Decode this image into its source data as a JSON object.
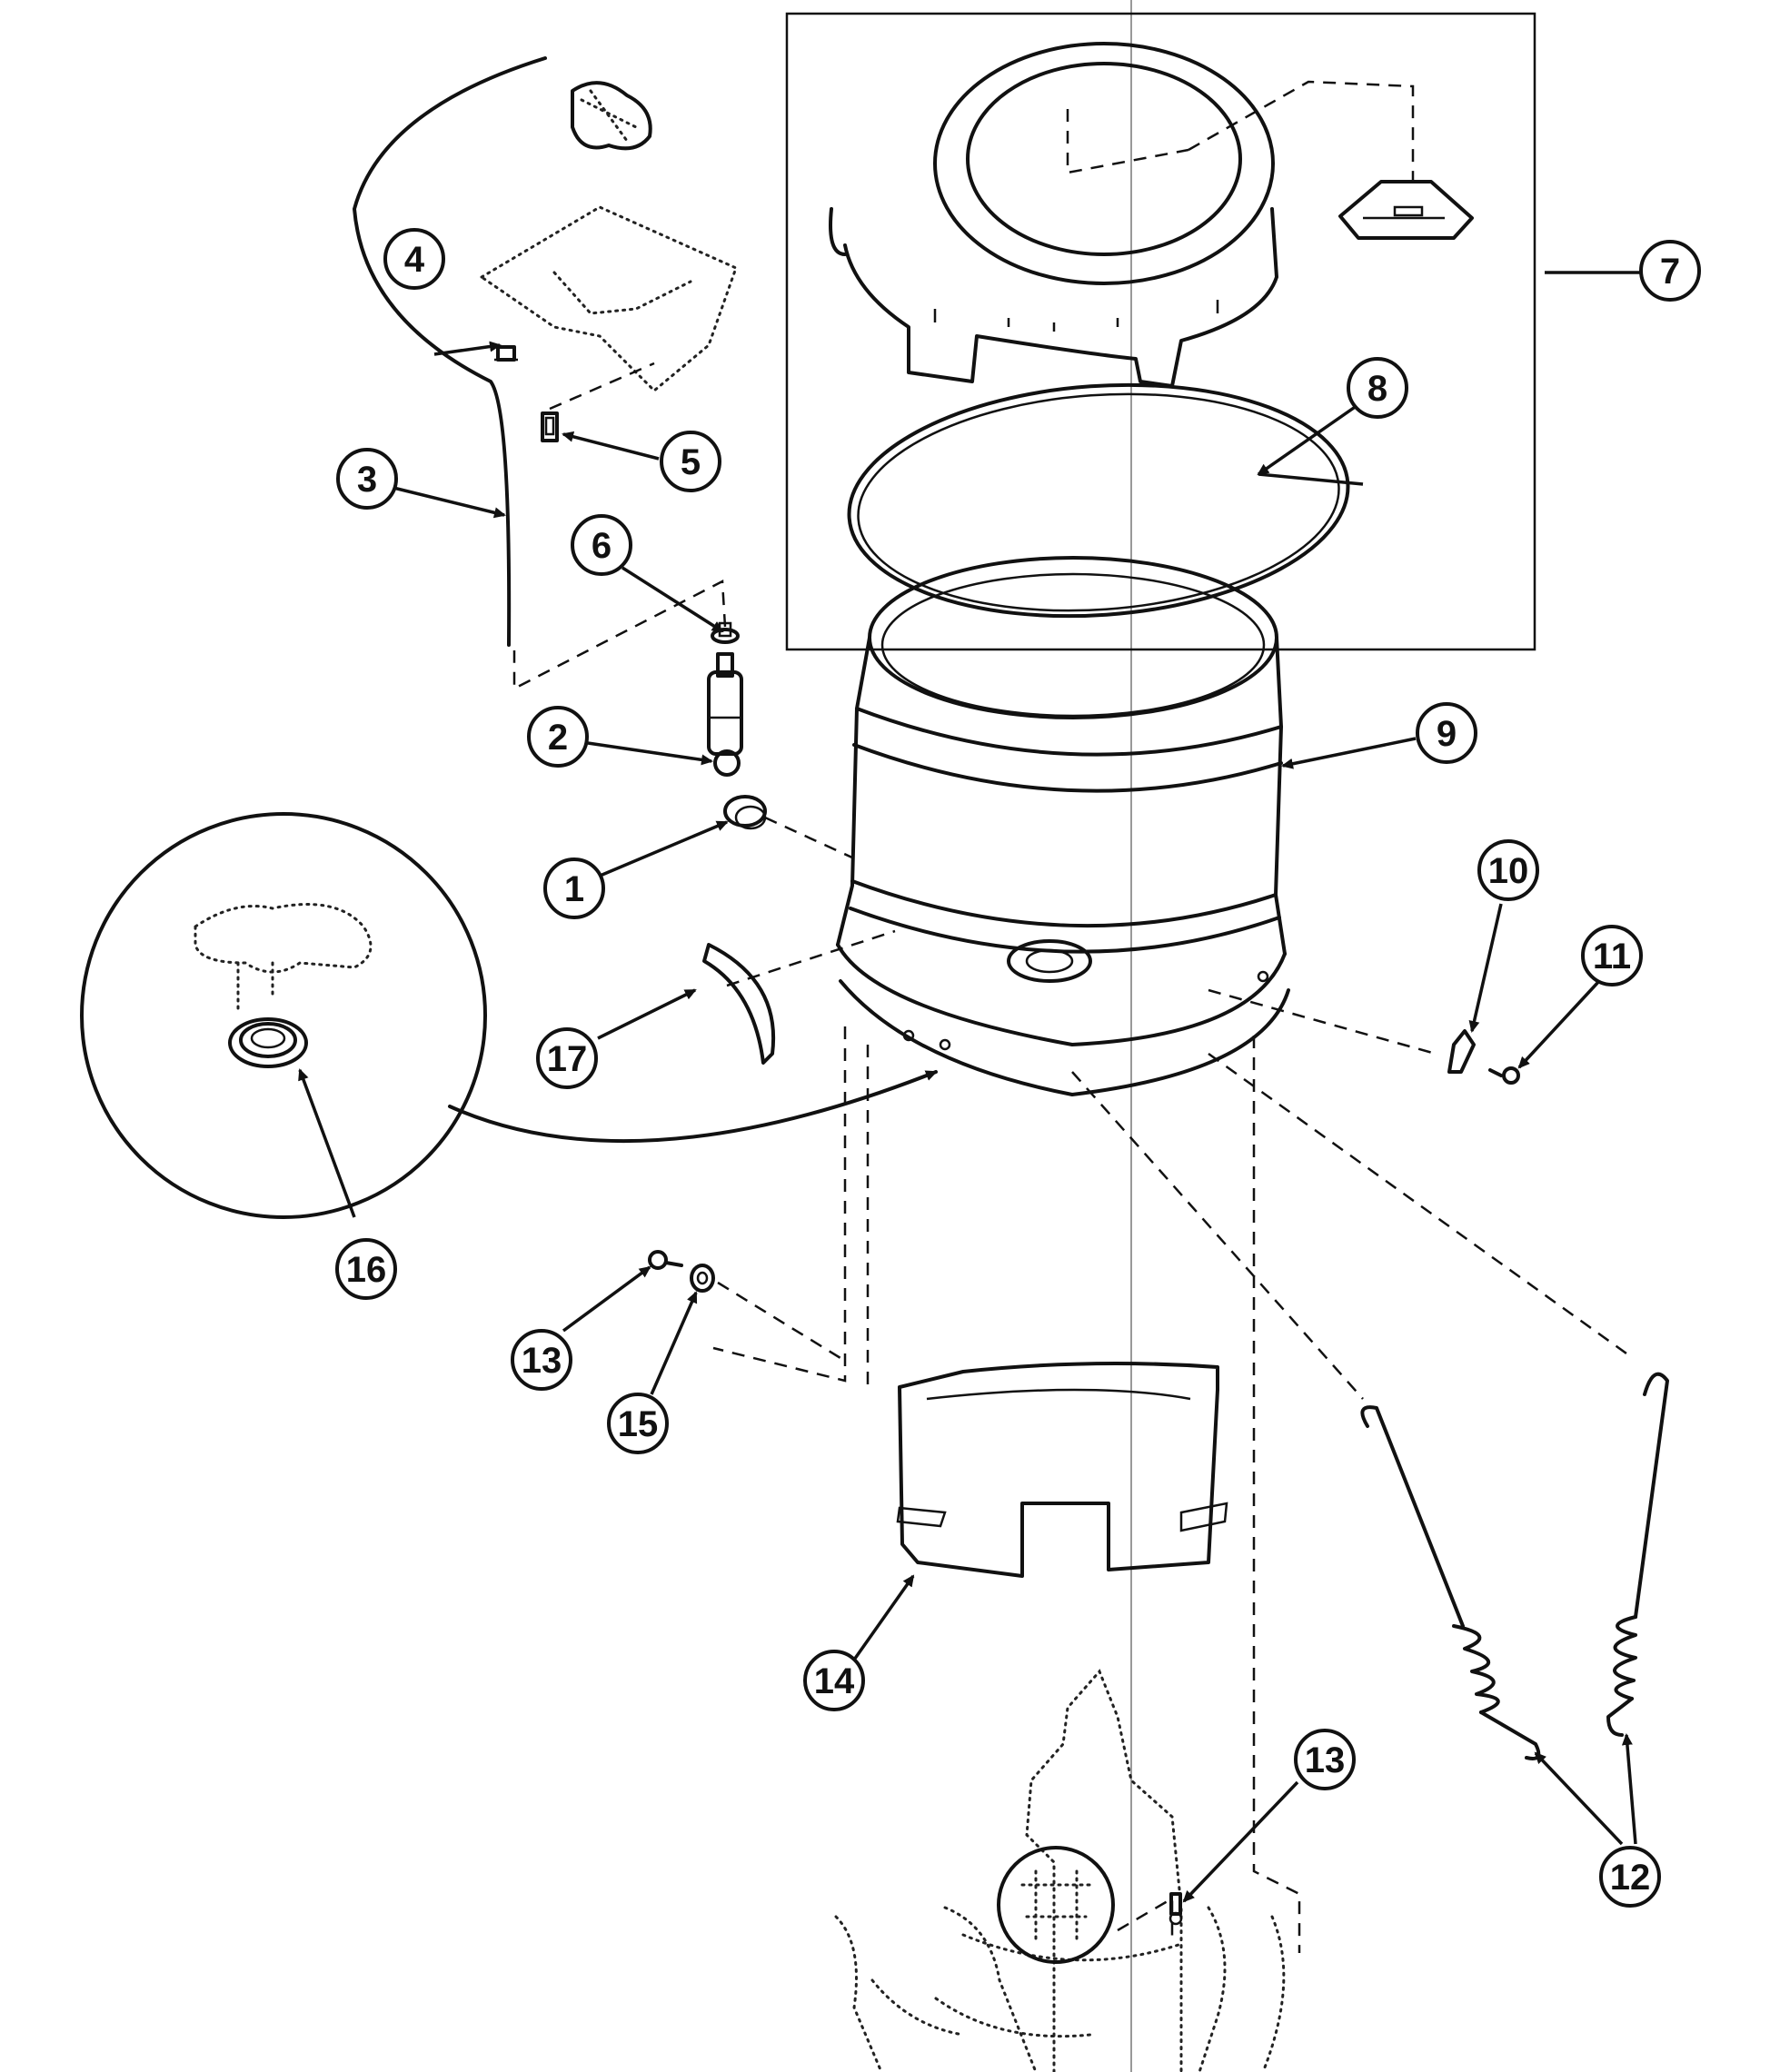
{
  "callouts": [
    {
      "id": "1",
      "label": "1"
    },
    {
      "id": "2",
      "label": "2"
    },
    {
      "id": "3",
      "label": "3"
    },
    {
      "id": "4",
      "label": "4"
    },
    {
      "id": "5",
      "label": "5"
    },
    {
      "id": "6",
      "label": "6"
    },
    {
      "id": "7",
      "label": "7"
    },
    {
      "id": "8",
      "label": "8"
    },
    {
      "id": "9",
      "label": "9"
    },
    {
      "id": "10",
      "label": "10"
    },
    {
      "id": "11",
      "label": "11"
    },
    {
      "id": "12",
      "label": "12"
    },
    {
      "id": "13a",
      "label": "13"
    },
    {
      "id": "13b",
      "label": "13"
    },
    {
      "id": "14",
      "label": "14"
    },
    {
      "id": "15",
      "label": "15"
    },
    {
      "id": "16",
      "label": "16"
    },
    {
      "id": "17",
      "label": "17"
    }
  ],
  "colors": {
    "ink": "#111111",
    "background": "#ffffff"
  }
}
